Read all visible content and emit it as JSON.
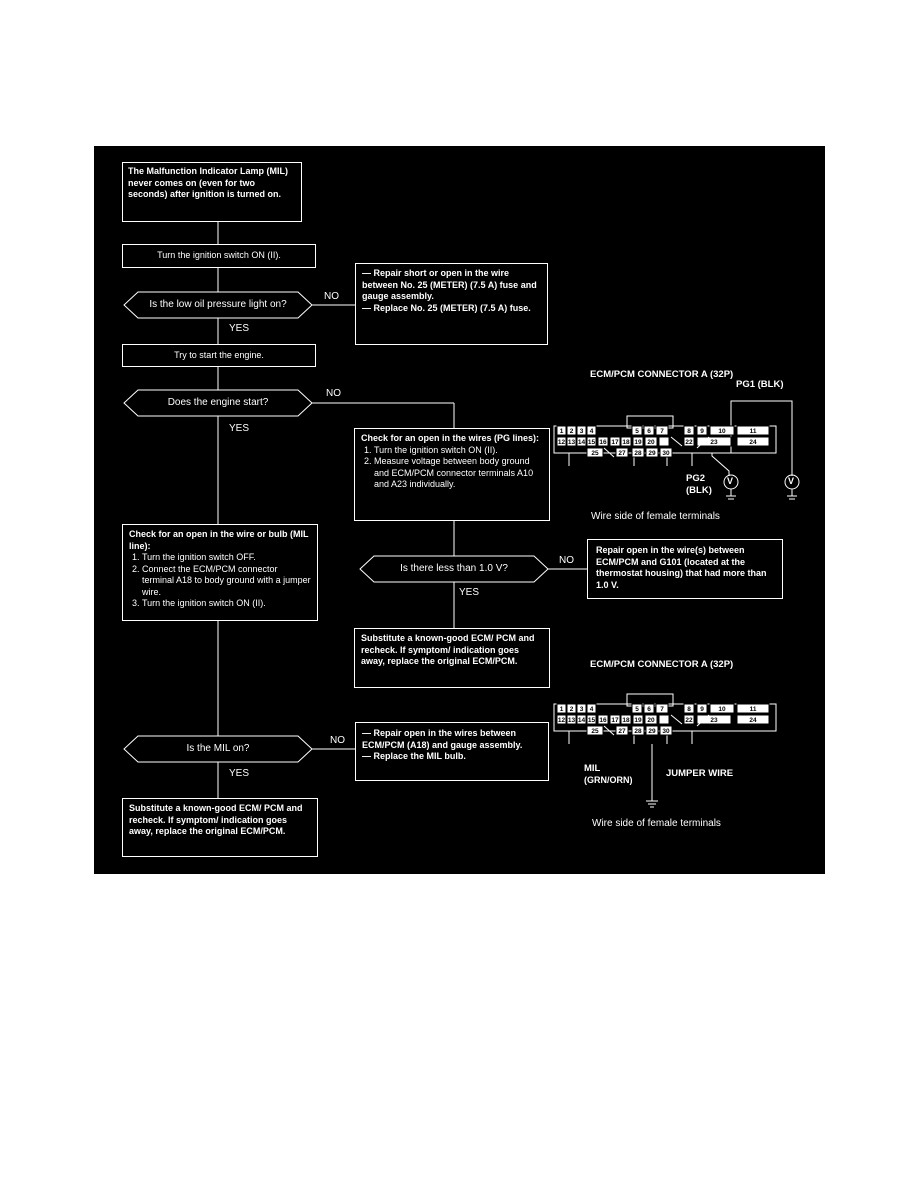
{
  "flowchart": {
    "start": "The Malfunction Indicator Lamp (MIL) never comes on (even for two seconds) after ignition is turned on.",
    "step_ignition_on": "Turn the ignition switch ON (II).",
    "q_oil_light": "Is the low oil pressure light on?",
    "repair_fuse": [
      "Repair short or open in the wire between No. 25 (METER) (7.5 A) fuse and gauge assembly.",
      "Replace No. 25 (METER) (7.5 A) fuse."
    ],
    "step_start_engine": "Try to start the engine.",
    "q_engine_start": "Does the engine start?",
    "check_pg_title": "Check for an open in the wires (PG lines):",
    "check_pg_steps": [
      "Turn the ignition switch ON (II).",
      "Measure voltage between body ground and ECM/PCM connector terminals A10 and A23 individually."
    ],
    "check_mil_title": "Check for an open in the wire or bulb (MIL line):",
    "check_mil_steps": [
      "Turn the ignition switch OFF.",
      "Connect the ECM/PCM connector terminal A18 to body ground with a jumper wire.",
      "Turn the ignition switch ON (II)."
    ],
    "q_voltage": "Is there less than 1.0 V?",
    "repair_g101": "Repair open in the wire(s) between ECM/PCM and G101 (located at the thermostat housing) that had more than 1.0 V.",
    "substitute_1": "Substitute a known-good ECM/ PCM and recheck. If symptom/ indication goes away, replace the original ECM/PCM.",
    "q_mil_on": "Is the MIL on?",
    "repair_mil": [
      "Repair open in the wires between ECM/PCM (A18) and gauge assembly.",
      "Replace the MIL bulb."
    ],
    "substitute_2": "Substitute a known-good ECM/ PCM and recheck. If symptom/ indication goes away, replace the original ECM/PCM.",
    "yes": "YES",
    "no": "NO"
  },
  "connector1": {
    "title": "ECM/PCM CONNECTOR A (32P)",
    "pg1": "PG1 (BLK)",
    "pg2": "PG2",
    "pg2_color": "(BLK)",
    "voltmeter": "V",
    "caption": "Wire side of female terminals",
    "row1": [
      "1",
      "2",
      "3",
      "4",
      "5",
      "6",
      "7",
      "8",
      "9",
      "10",
      "11"
    ],
    "row2": [
      "12",
      "13",
      "14",
      "15",
      "16",
      "17",
      "18",
      "19",
      "20",
      "22",
      "23",
      "24"
    ],
    "row3": [
      "25",
      "27",
      "28",
      "29",
      "30"
    ]
  },
  "connector2": {
    "title": "ECM/PCM CONNECTOR A (32P)",
    "mil": "MIL",
    "mil_color": "(GRN/ORN)",
    "jumper": "JUMPER WIRE",
    "caption": "Wire side of female terminals",
    "row1": [
      "1",
      "2",
      "3",
      "4",
      "5",
      "6",
      "7",
      "8",
      "9",
      "10",
      "11"
    ],
    "row2": [
      "12",
      "13",
      "14",
      "15",
      "16",
      "17",
      "18",
      "19",
      "20",
      "22",
      "23",
      "24"
    ],
    "row3": [
      "25",
      "27",
      "28",
      "29",
      "30"
    ]
  }
}
